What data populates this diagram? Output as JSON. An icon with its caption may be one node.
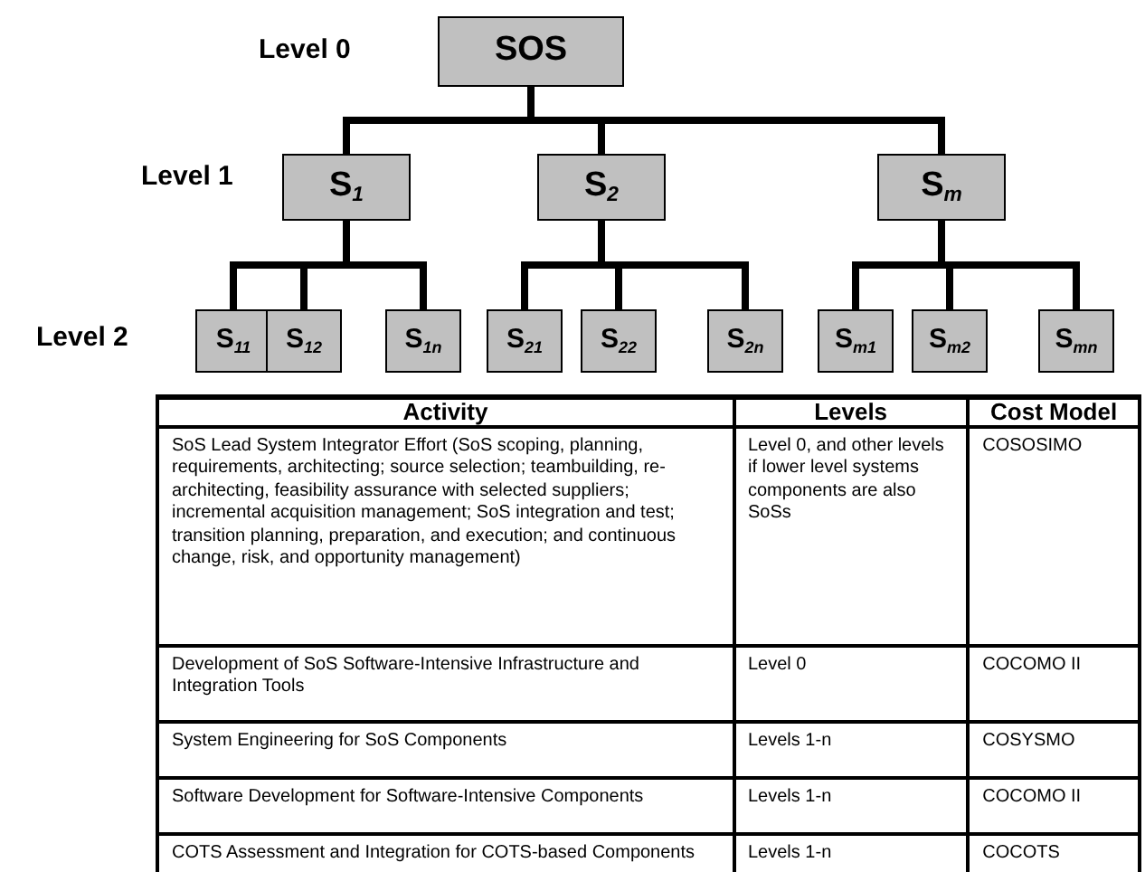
{
  "diagram": {
    "nodes": [
      {
        "text": [
          "SOS"
        ]
      },
      {
        "text": [
          "S$_{1}$"
        ]
      },
      {
        "text": [
          "S$_{2}$"
        ]
      },
      {
        "text": [
          "S$_{m}$"
        ]
      },
      {
        "text": [
          "S$_{11}$"
        ]
      },
      {
        "text": [
          "S$_{12}$"
        ]
      },
      {
        "text": [
          "S$_{1n}$"
        ]
      },
      {
        "text": [
          "S$_{21}$"
        ]
      },
      {
        "text": [
          "S$_{22}$"
        ]
      },
      {
        "text": [
          "S$_{2n}$"
        ]
      },
      {
        "text": [
          "S$_{m1}$"
        ]
      },
      {
        "text": [
          "S$_{m2}$"
        ]
      },
      {
        "text": [
          "S$_{mn}$"
        ]
      }
    ],
    "edges": [
      {
        "from": 0,
        "to": 1,
        "arrow": "none"
      },
      {
        "from": 0,
        "to": 2,
        "arrow": "none"
      },
      {
        "from": 0,
        "to": 3,
        "arrow": "none"
      },
      {
        "from": 1,
        "to": 4,
        "arrow": "none"
      },
      {
        "from": 1,
        "to": 5,
        "arrow": "none"
      },
      {
        "from": 1,
        "to": 6,
        "arrow": "none"
      },
      {
        "from": 2,
        "to": 7,
        "arrow": "none"
      },
      {
        "from": 2,
        "to": 8,
        "arrow": "none"
      },
      {
        "from": 2,
        "to": 9,
        "arrow": "none"
      },
      {
        "from": 3,
        "to": 10,
        "arrow": "none"
      },
      {
        "from": 3,
        "to": 11,
        "arrow": "none"
      },
      {
        "from": 3,
        "to": 12,
        "arrow": "none"
      }
    ],
    "labels": [
      "Level 0",
      "Level 1",
      "Level 2",
      "Activity",
      "Levels",
      "Cost Model",
      "SoS Lead System Integrator Effort (SoS scoping, planning, requirements, architecting; source selection; teambuilding, re-architecting, feasibility assurance with selected suppliers; incremental acquisition management; SoS integration and test; transition planning, preparation, and execution; and continuous change, risk, and opportunity management)",
      "Level 0, and other levels if lower level systems components are also SoSs",
      "COSOSIMO",
      "Development of SoS Software-Intensive Infrastructure and Integration Tools",
      "Level 0",
      "COCOMO II",
      "System Engineering for SoS Components",
      "Levels 1-n",
      "COSYSMO",
      "Software Development for Software-Intensive Components",
      "Levels 1-n",
      "COCOMO II",
      "COTS Assessment and Integration for COTS-based Components",
      "Levels 1-n",
      "COCOTS"
    ]
  }
}
